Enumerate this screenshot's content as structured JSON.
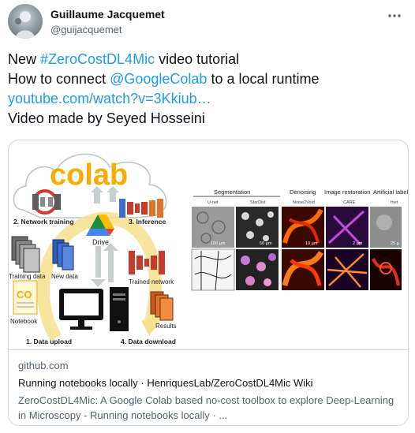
{
  "author": {
    "name": "Guillaume Jacquemet",
    "handle": "@guijacquemet"
  },
  "tweet": {
    "line1_prefix": "New ",
    "line1_hashtag": "#ZeroCostDL4Mic",
    "line1_suffix": " video tutorial",
    "line2_prefix": "How to connect ",
    "line2_mention": "@GoogleColab",
    "line2_suffix": " to a local runtime",
    "link": "youtube.com/watch?v=3Kkiub…",
    "line4": "Video made by Seyed Hosseini"
  },
  "card": {
    "domain": "github.com",
    "title": "Running notebooks locally · HenriquesLab/ZeroCostDL4Mic Wiki",
    "description": "ZeroCostDL4Mic: A Google Colab based no-cost toolbox to explore Deep-Learning in Microscopy - Running notebooks locally · ...",
    "diagram": {
      "logo": "colab",
      "network_training": "2. Network training",
      "inference": "3. Inference",
      "drive": "Drive",
      "training_data": "Training data",
      "new_data": "New data",
      "trained_network": "Trained network",
      "notebook": "Notebook",
      "notebook_icon": "CO",
      "results": "Results",
      "data_upload": "1. Data upload",
      "data_download": "4. Data download"
    },
    "panels": {
      "segmentation": "Segmentation",
      "unet": "U-net",
      "stardist": "StarDist",
      "denoising": "Denoising",
      "noise2void": "Noise2Void",
      "image_restoration": "Image restoration",
      "care": "CARE",
      "artificial_labelling": "Artificial labelli",
      "fnet": "fnet",
      "scale_1": "100 µm",
      "scale_2": "50 µm",
      "scale_3": "10 µm",
      "scale_4": "2 µm",
      "scale_5": "25 µ"
    }
  },
  "colors": {
    "link": "#1d9bf0",
    "border": "#cfd9de",
    "secondary_text": "#536471",
    "colab_orange": "#f9ab00",
    "colab_yellow": "#f7c000"
  }
}
